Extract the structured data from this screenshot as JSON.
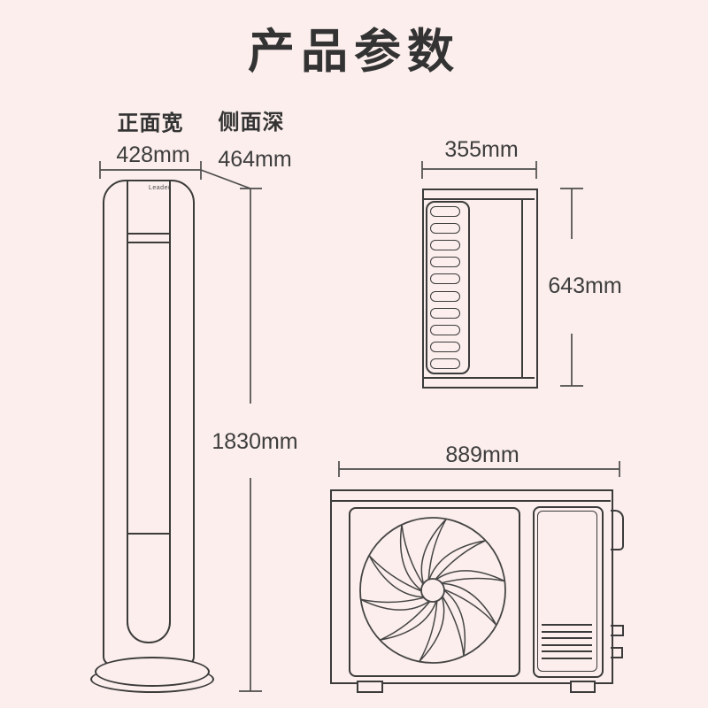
{
  "page": {
    "title": "产品参数",
    "background": "#fbeeec",
    "line_color": "#3b3b3b"
  },
  "indoor_unit": {
    "brand": "Leader",
    "front_width_label": "正面宽",
    "front_width": "428mm",
    "side_depth_label": "侧面深",
    "side_depth": "464mm",
    "height": "1830mm"
  },
  "outdoor_unit": {
    "side_width": "355mm",
    "height": "643mm",
    "front_width": "889mm"
  }
}
